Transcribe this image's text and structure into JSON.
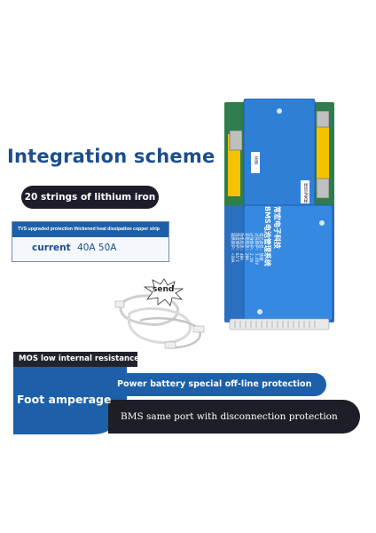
{
  "headline": "Integration scheme",
  "strings_label": "20 strings of lithium iron",
  "tvs_label": "TVS upgraded protection thickened heat dissipation copper strip",
  "current": {
    "label": "current",
    "values": "40A 50A"
  },
  "send_label": "send",
  "board": {
    "title_line1": "常宏电子科技",
    "title_line2": "BMS电池管理系统",
    "left_label": "充放",
    "right_label": "接信号采样",
    "spec_lines": [
      "电芯类型: 铁锂",
      "过充保护: 3.65V",
      "过放保护: 2.5V",
      "充电电流: 20A",
      "放电电流: 40A",
      "温度保护: 65°C",
      "短路保护: <10A"
    ]
  },
  "features": {
    "mos": "MOS low internal resistance",
    "foot": "Foot amperage",
    "power": "Power battery special off-line protection",
    "bms": "BMS same port with disconnection protection"
  },
  "colors": {
    "brand_blue": "#1d5fa8",
    "dark": "#1e1e28",
    "headline": "#1c4d8c",
    "board_blue": "#2f7fd6",
    "pcb_green": "#2e7d4f",
    "copper": "#f3c200"
  }
}
